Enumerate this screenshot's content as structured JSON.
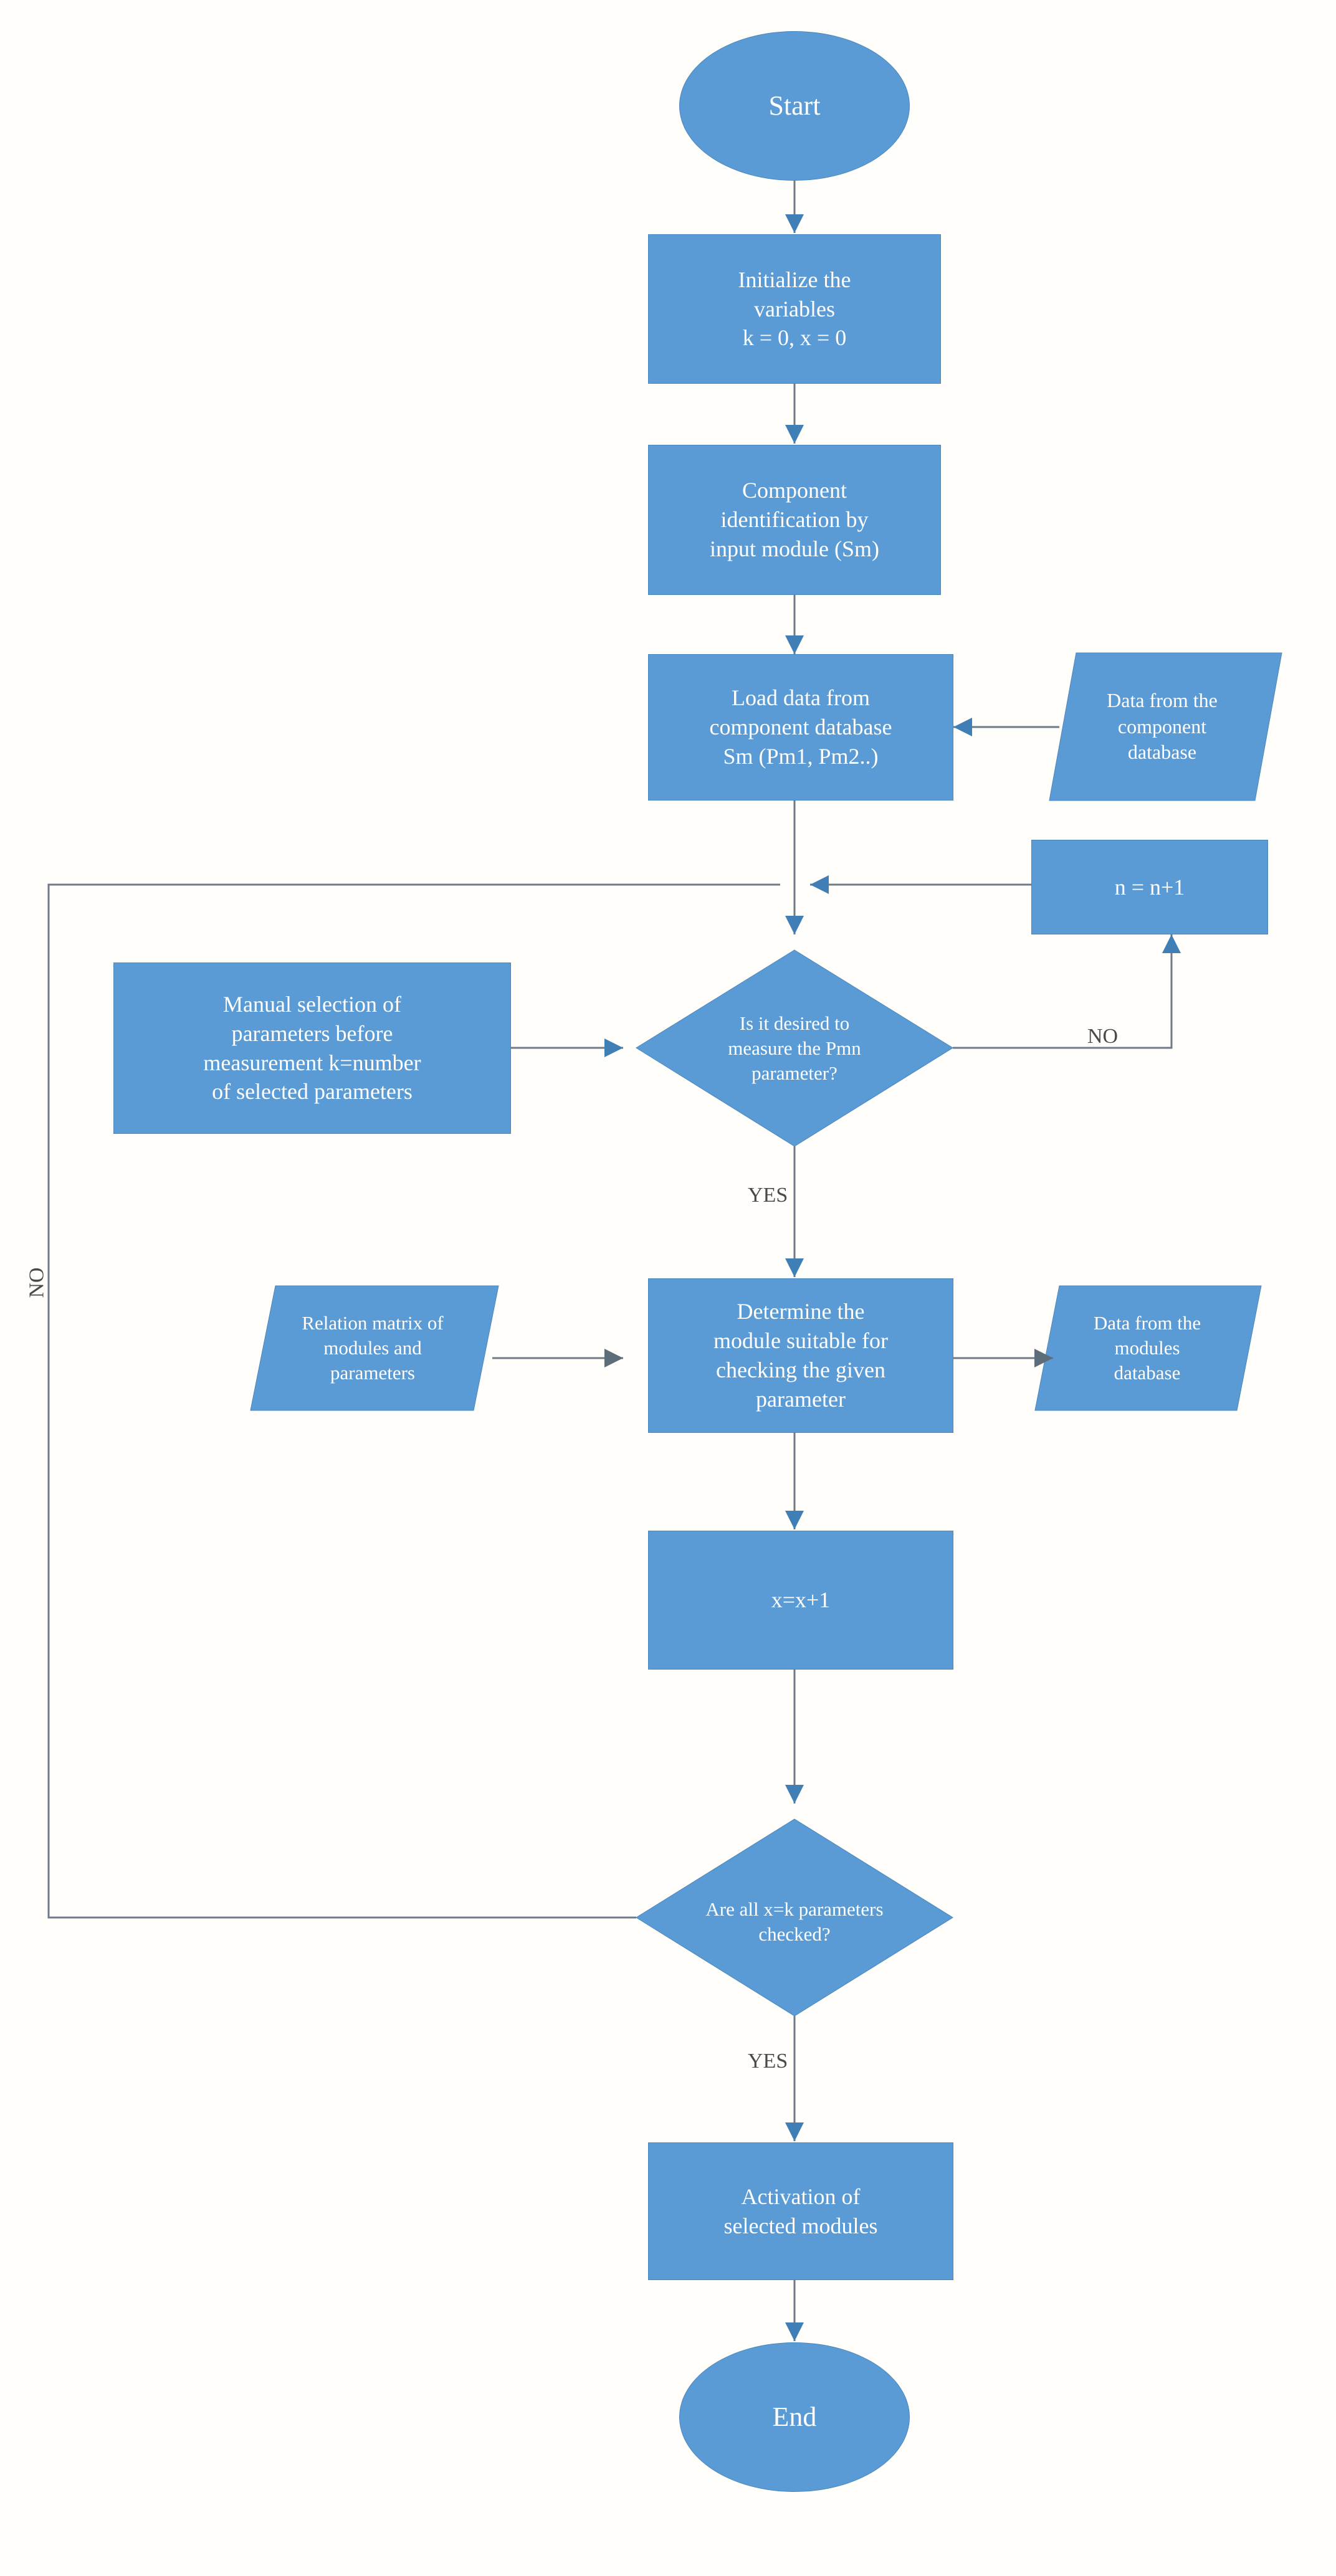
{
  "colors": {
    "shape_fill": "#5b9bd5",
    "shape_stroke": "#4a87bd",
    "connector": "#7f7f7f",
    "arrow_blue": "#3f7fb5",
    "label_text": "#4a4a4a",
    "shape_text": "#ffffff",
    "background": "#fffefb"
  },
  "chart_data": {
    "type": "diagram",
    "title": "",
    "nodes": [
      {
        "id": "start",
        "shape": "ellipse",
        "label": "Start"
      },
      {
        "id": "init",
        "shape": "process",
        "label": "Initialize the variables\nk = 0, x = 0"
      },
      {
        "id": "identify",
        "shape": "process",
        "label": "Component identification by input module (Sm)"
      },
      {
        "id": "loaddata",
        "shape": "process",
        "label": "Load data from component database Sm (Pm1, Pm2..)"
      },
      {
        "id": "compdb",
        "shape": "parallelogram",
        "label": "Data from the component database"
      },
      {
        "id": "nplus",
        "shape": "process",
        "label": "n = n+1"
      },
      {
        "id": "manual",
        "shape": "process",
        "label": "Manual selection of parameters before measurement k=number of selected parameters"
      },
      {
        "id": "decide1",
        "shape": "diamond",
        "label": "Is it desired to measure the Pmn parameter?"
      },
      {
        "id": "relmatrix",
        "shape": "parallelogram",
        "label": "Relation matrix of modules and parameters"
      },
      {
        "id": "determine",
        "shape": "process",
        "label": "Determine the module suitable for checking the given parameter"
      },
      {
        "id": "moduledb",
        "shape": "parallelogram",
        "label": "Data from the modules database"
      },
      {
        "id": "xplus",
        "shape": "process",
        "label": "x=x+1"
      },
      {
        "id": "decide2",
        "shape": "diamond",
        "label": "Are all x=k parameters checked?"
      },
      {
        "id": "activation",
        "shape": "process",
        "label": "Activation of selected modules"
      },
      {
        "id": "end",
        "shape": "ellipse",
        "label": "End"
      }
    ],
    "edges": [
      {
        "from": "start",
        "to": "init",
        "label": ""
      },
      {
        "from": "init",
        "to": "identify",
        "label": ""
      },
      {
        "from": "identify",
        "to": "loaddata",
        "label": ""
      },
      {
        "from": "compdb",
        "to": "loaddata",
        "label": ""
      },
      {
        "from": "loaddata",
        "to": "decide1",
        "label": ""
      },
      {
        "from": "manual",
        "to": "decide1",
        "label": ""
      },
      {
        "from": "decide1",
        "to": "nplus",
        "label": "NO"
      },
      {
        "from": "nplus",
        "to": "decide1",
        "label": ""
      },
      {
        "from": "decide1",
        "to": "determine",
        "label": "YES"
      },
      {
        "from": "relmatrix",
        "to": "determine",
        "label": ""
      },
      {
        "from": "determine",
        "to": "moduledb",
        "label": ""
      },
      {
        "from": "determine",
        "to": "xplus",
        "label": ""
      },
      {
        "from": "xplus",
        "to": "decide2",
        "label": ""
      },
      {
        "from": "decide2",
        "to": "decide1",
        "label": "NO"
      },
      {
        "from": "decide2",
        "to": "activation",
        "label": "YES"
      },
      {
        "from": "activation",
        "to": "end",
        "label": ""
      }
    ]
  },
  "nodes": {
    "start": {
      "label": "Start"
    },
    "init": {
      "line1": "Initialize the",
      "line2": "variables",
      "line3": "k = 0, x = 0"
    },
    "identify": {
      "line1": "Component",
      "line2": "identification by",
      "line3": "input module (Sm)"
    },
    "loaddata": {
      "line1": "Load data from",
      "line2": "component database",
      "line3": "Sm (Pm1, Pm2..)"
    },
    "compdb": {
      "line1": "Data from the",
      "line2": "component",
      "line3": "database"
    },
    "nplus": {
      "label": "n = n+1"
    },
    "manual": {
      "line1": "Manual selection of",
      "line2": "parameters before",
      "line3": "measurement k=number",
      "line4": "of selected parameters"
    },
    "decide1": {
      "line1": "Is it desired to",
      "line2": "measure the Pmn",
      "line3": "parameter?"
    },
    "relmatrix": {
      "line1": "Relation matrix of",
      "line2": "modules and",
      "line3": "parameters"
    },
    "determine": {
      "line1": "Determine the",
      "line2": "module suitable for",
      "line3": "checking the given",
      "line4": "parameter"
    },
    "moduledb": {
      "line1": "Data from the",
      "line2": "modules",
      "line3": "database"
    },
    "xplus": {
      "label": "x=x+1"
    },
    "decide2": {
      "line1": "Are all x=k parameters",
      "line2": "checked?"
    },
    "activation": {
      "line1": "Activation of",
      "line2": "selected modules"
    },
    "end": {
      "label": "End"
    }
  },
  "edge_labels": {
    "no_right_decide1": "NO",
    "yes_decide1": "YES",
    "no_left_decide2": "NO",
    "yes_decide2": "YES"
  }
}
